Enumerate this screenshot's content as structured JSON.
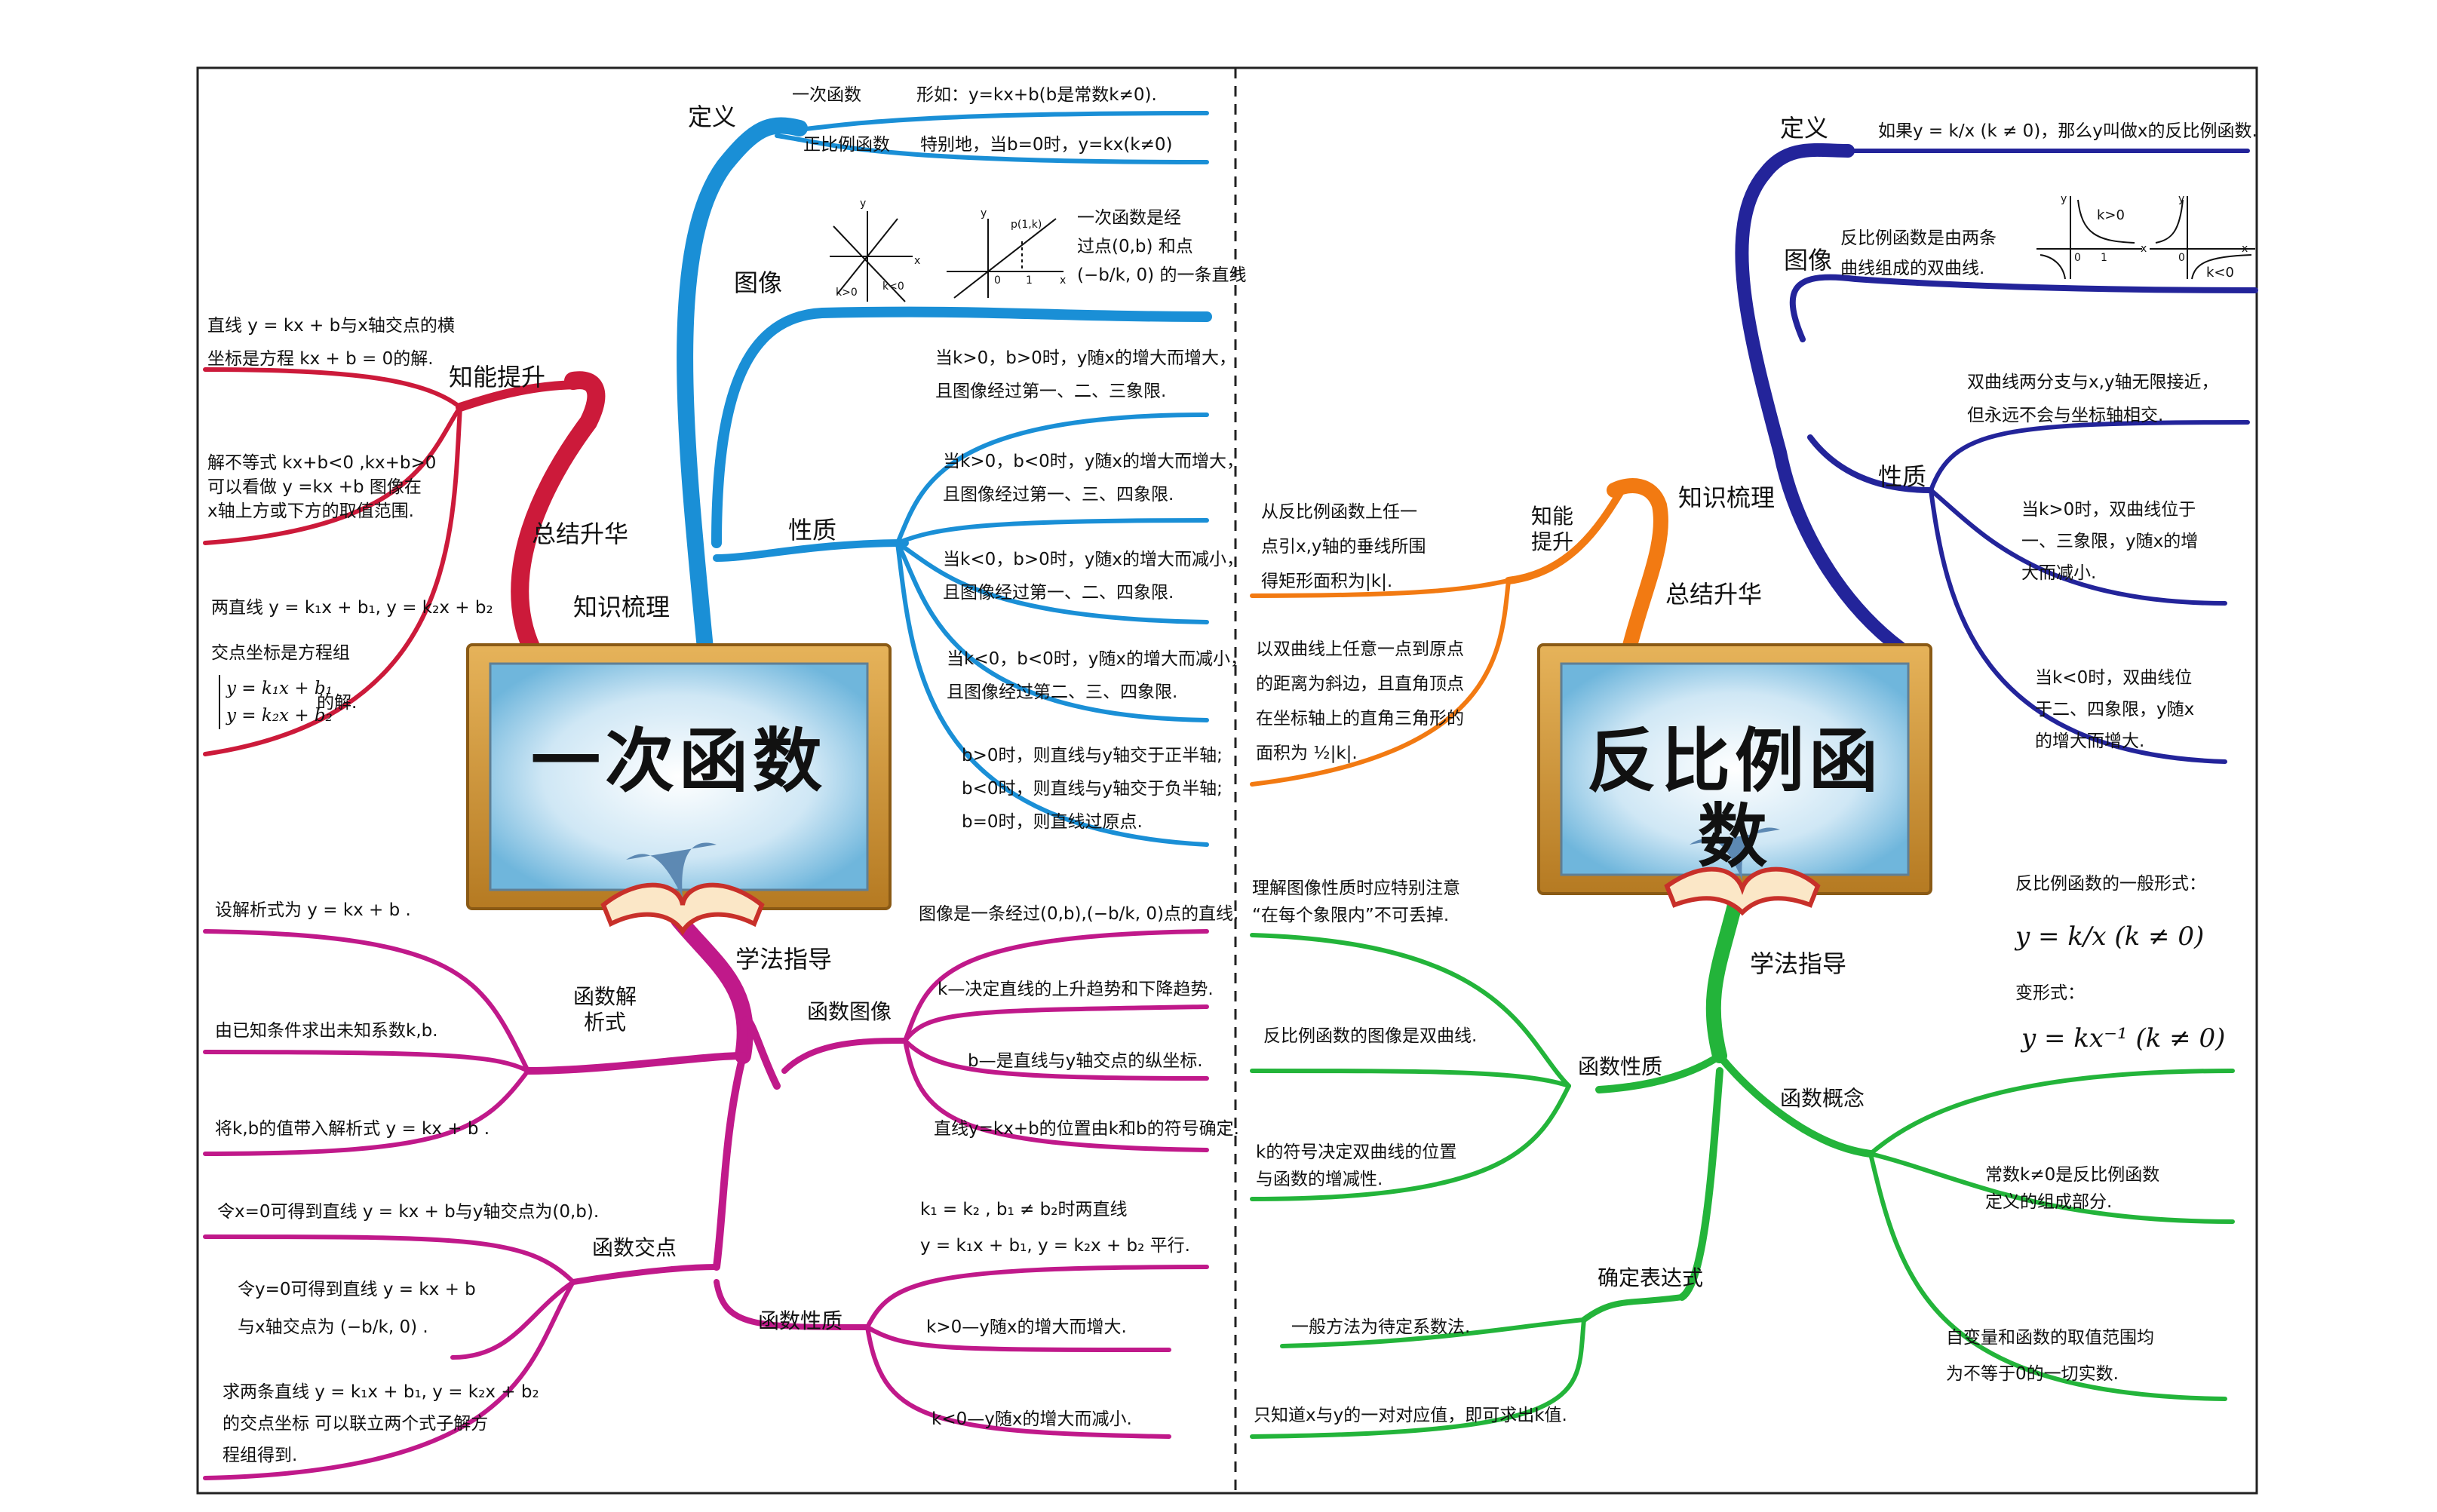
{
  "left": {
    "title": "一次函数",
    "branches": {
      "knowledge": "知识梳理",
      "summary": "总结升华",
      "method": "学法指导"
    },
    "definition": {
      "label": "定义",
      "term1": "一次函数",
      "form": "形如：y=kx+b(b是常数k≠0).",
      "term2": "正比例函数",
      "special": "特别地，当b=0时，y=kx(k≠0)"
    },
    "graph": {
      "label": "图像",
      "sketch_labels": [
        "y",
        "x",
        "k>0",
        "k<0",
        "y",
        "p(1,k)",
        "0",
        "1",
        "x"
      ],
      "desc": "一次函数是经\n过点(0,b) 和点\n(−b/k, 0) 的一条直线"
    },
    "property": {
      "label": "性质",
      "items": [
        "当k>0，b>0时，y随x的增大而增大，\n且图像经过第一、二、三象限.",
        "当k>0，b<0时，y随x的增大而增大，\n且图像经过第一、三、四象限.",
        "当k<0，b>0时，y随x的增大而减小，\n且图像经过第一、二、四象限.",
        "当k<0，b<0时，y随x的增大而减小，\n且图像经过第二、三、四象限.",
        "b>0时，则直线与y轴交于正半轴;\nb<0时，则直线与y轴交于负半轴;\nb=0时，则直线过原点."
      ]
    },
    "ability": {
      "label": "知能提升",
      "items": [
        "直线 y = kx + b与x轴交点的横\n坐标是方程 kx + b = 0的解.",
        "解不等式 kx+b<0 ,kx+b>0\n可以看做 y =kx +b 图像在\nx轴上方或下方的取值范围.",
        "两直线 y = k₁x + b₁, y = k₂x + b₂\n交点坐标是方程组",
        "y = k₁x + b₁\ny = k₂x + b₂",
        "的解."
      ]
    },
    "analytic": {
      "label": "函数解\n析式",
      "items": [
        "设解析式为 y = kx + b .",
        "由已知条件求出未知系数k,b.",
        "将k,b的值带入解析式  y = kx + b ."
      ]
    },
    "intersection": {
      "label": "函数交点",
      "items": [
        "令x=0可得到直线 y = kx + b与y轴交点为(0,b).",
        "令y=0可得到直线  y = kx + b\n与x轴交点为 (−b/k, 0) .",
        "求两条直线 y = k₁x + b₁, y = k₂x + b₂\n的交点坐标 可以联立两个式子解方\n程组得到."
      ]
    },
    "fgraph": {
      "label": "函数图像",
      "items": [
        "图像是一条经过(0,b),(−b/k, 0)点的直线.",
        "k—决定直线的上升趋势和下降趋势.",
        "b—是直线与y轴交点的纵坐标.",
        "直线y=kx+b的位置由k和b的符号确定."
      ]
    },
    "fprop": {
      "label": "函数性质",
      "items": [
        "k₁ = k₂ , b₁ ≠ b₂时两直线\ny = k₁x + b₁, y = k₂x + b₂ 平行.",
        "k>0—y随x的增大而增大.",
        "k<0—y随x的增大而减小."
      ]
    }
  },
  "right": {
    "title": "反比例函数",
    "branches": {
      "knowledge": "知识梳理",
      "summary": "总结升华",
      "method": "学法指导"
    },
    "definition": {
      "label": "定义",
      "text": "如果y = k/x (k ≠ 0)，那么y叫做x的反比例函数."
    },
    "graph": {
      "label": "图像",
      "desc": "反比例函数是由两条\n曲线组成的双曲线.",
      "sketch_labels": [
        "y",
        "k>0",
        "0",
        "1",
        "x",
        "y",
        "0",
        "x",
        "k<0"
      ]
    },
    "property": {
      "label": "性质",
      "items": [
        "双曲线两分支与x,y轴无限接近，\n但永远不会与坐标轴相交.",
        "当k>0时，双曲线位于\n一、三象限，y随x的增\n大而减小.",
        "当k<0时，双曲线位\n于二、四象限，y随x\n的增大而增大."
      ]
    },
    "ability": {
      "label": "知能\n提升",
      "items": [
        "从反比例函数上任一\n点引x,y轴的垂线所围\n得矩形面积为|k|.",
        "以双曲线上任意一点到原点\n的距离为斜边，且直角顶点\n在坐标轴上的直角三角形的\n面积为 ½|k|."
      ]
    },
    "fprop": {
      "label": "函数性质",
      "items": [
        "理解图像性质时应特别注意\n“在每个象限内”不可丢掉.",
        "反比例函数的图像是双曲线.",
        "k的符号决定双曲线的位置\n与函数的增减性."
      ]
    },
    "concept": {
      "label": "函数概念",
      "items": [
        "反比例函数的一般形式：",
        "y = k/x (k ≠ 0)",
        "变形式：",
        "y = kx⁻¹ (k ≠ 0)",
        "常数k≠0是反比例函数\n定义的组成部分.",
        "自变量和函数的取值范围均\n为不等于0的一切实数."
      ]
    },
    "expr": {
      "label": "确定表达式",
      "items": [
        "一般方法为待定系数法.",
        "只知道x与y的一对对应值，即可求出k值."
      ]
    }
  },
  "colors": {
    "blue": "#1a8fd6",
    "red": "#cc1a3a",
    "magenta": "#c0198a",
    "navy": "#23249a",
    "orange": "#f27a12",
    "green": "#23b43a",
    "board_frame": "#d69b3c",
    "board_screen": "#bfe0f2"
  }
}
